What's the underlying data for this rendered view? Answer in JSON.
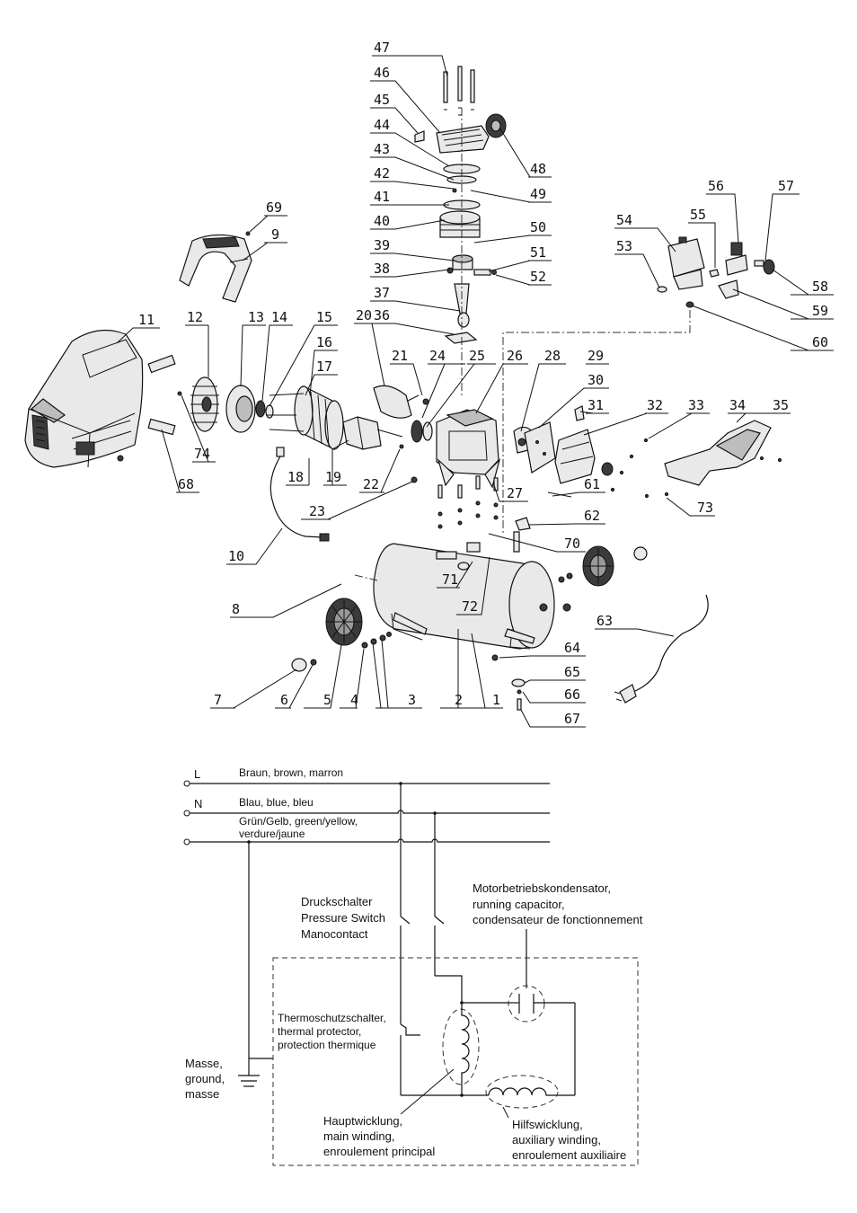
{
  "exploded_view": {
    "part_numbers": [
      "1",
      "2",
      "3",
      "4",
      "5",
      "6",
      "7",
      "8",
      "9",
      "10",
      "11",
      "12",
      "13",
      "14",
      "15",
      "16",
      "17",
      "18",
      "19",
      "20",
      "21",
      "22",
      "23",
      "24",
      "25",
      "26",
      "27",
      "28",
      "29",
      "30",
      "31",
      "32",
      "33",
      "34",
      "35",
      "36",
      "37",
      "38",
      "39",
      "40",
      "41",
      "42",
      "43",
      "44",
      "45",
      "46",
      "47",
      "48",
      "49",
      "50",
      "51",
      "52",
      "53",
      "54",
      "55",
      "56",
      "57",
      "58",
      "59",
      "60",
      "61",
      "62",
      "63",
      "64",
      "65",
      "66",
      "67",
      "68",
      "69",
      "70",
      "71",
      "72",
      "73",
      "74"
    ]
  },
  "wiring": {
    "line_L": "L",
    "line_N": "N",
    "wire_L_label": "Braun, brown, marron",
    "wire_N_label": "Blau, blue, bleu",
    "wire_PE_label_1": "Grün/Gelb, green/yellow,",
    "wire_PE_label_2": "verdure/jaune",
    "pressure_switch_1": "Druckschalter",
    "pressure_switch_2": "Pressure Switch",
    "pressure_switch_3": "Manocontact",
    "capacitor_1": "Motorbetriebskondensator,",
    "capacitor_2": "running capacitor,",
    "capacitor_3": "condensateur de fonctionnement",
    "thermal_1": "Thermoschutzschalter,",
    "thermal_2": "thermal protector,",
    "thermal_3": "protection thermique",
    "ground_1": "Masse,",
    "ground_2": "ground,",
    "ground_3": "masse",
    "main_winding_1": "Hauptwicklung,",
    "main_winding_2": "main winding,",
    "main_winding_3": "enroulement principal",
    "aux_winding_1": "Hilfswicklung,",
    "aux_winding_2": "auxiliary winding,",
    "aux_winding_3": "enroulement auxiliaire"
  }
}
